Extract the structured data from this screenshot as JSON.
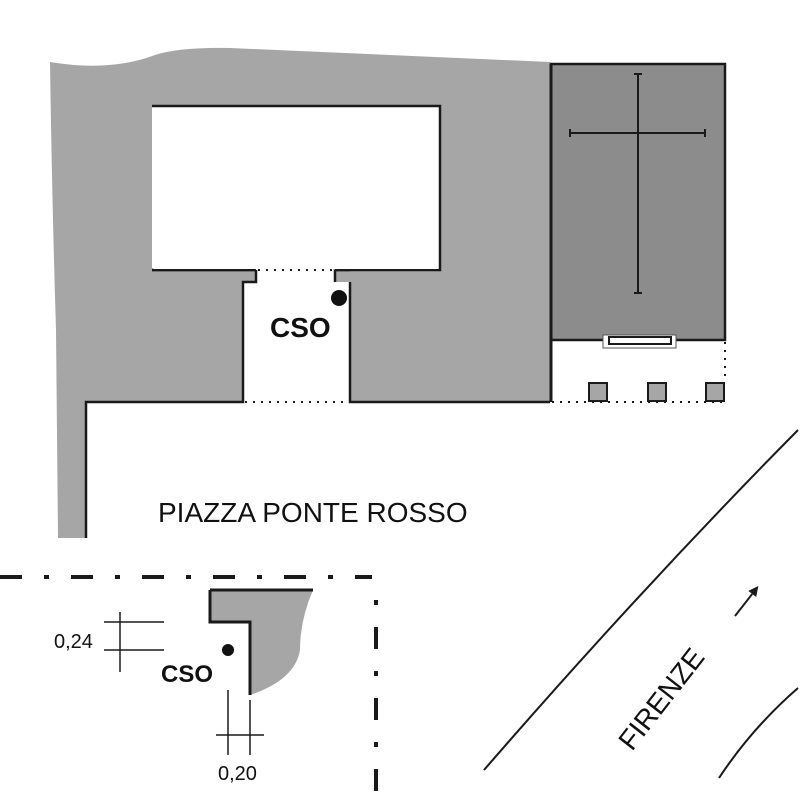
{
  "colors": {
    "building_fill": "#a6a6a6",
    "church_fill": "#8c8c8c",
    "line": "#1a1a1a",
    "background": "#ffffff"
  },
  "labels": {
    "square_name": "PIAZZA PONTE ROSSO",
    "station_main": "CSO",
    "station_detail": "CSO",
    "street_direction": "FIRENZE",
    "dimension_horizontal": "0,24",
    "dimension_vertical": "0,20"
  },
  "icons": {
    "church_cross": "cross-icon",
    "direction_arrow": "arrow-icon",
    "station_marker": "dot-marker"
  }
}
